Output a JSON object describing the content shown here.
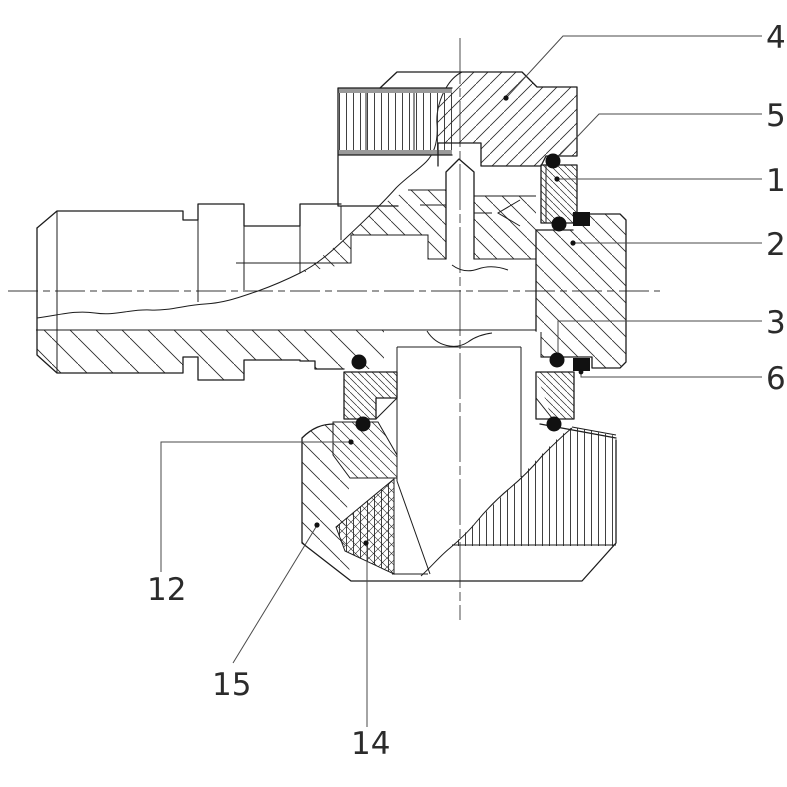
{
  "figure": {
    "title": "sectional-assembly-drawing",
    "background_color": "#ffffff",
    "line_color": "#1c1c1c",
    "leader_color": "#4a4a4a",
    "knurl_band_color": "#9a9a9a",
    "seal_color": "#111111",
    "callouts": [
      {
        "label": "4"
      },
      {
        "label": "5"
      },
      {
        "label": "1"
      },
      {
        "label": "2"
      },
      {
        "label": "3"
      },
      {
        "label": "6"
      },
      {
        "label": "12"
      },
      {
        "label": "15"
      },
      {
        "label": "14"
      }
    ]
  }
}
